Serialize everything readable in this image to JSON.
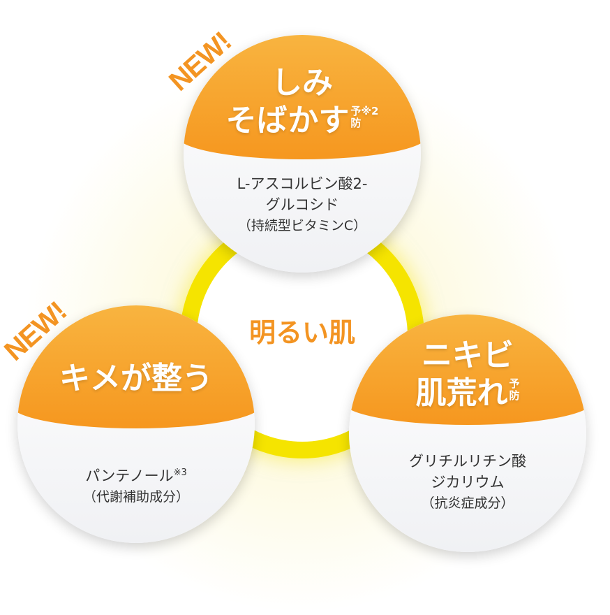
{
  "center": {
    "label": "明るい肌"
  },
  "circles": [
    {
      "badge": "NEW!",
      "title_line1": "しみ",
      "title_line2": "そばかす",
      "sup_top": "予※2",
      "sup_bottom": "防",
      "ingredient_line1": "L-アスコルビン酸2-",
      "ingredient_line2": "グルコシド",
      "note": "（持続型ビタミンC）"
    },
    {
      "badge": "NEW!",
      "title_line1": "キメが整う",
      "ingredient_line1": "パンテノール",
      "ingredient_sup": "※3",
      "note": "（代謝補助成分）"
    },
    {
      "title_line1": "ニキビ",
      "title_line2": "肌荒れ",
      "sup_top": "予",
      "sup_bottom": "防",
      "ingredient_line1": "グリチルリチン酸",
      "ingredient_line2": "ジカリウム",
      "note": "（抗炎症成分）"
    }
  ],
  "colors": {
    "orange": "#f39422",
    "ring": "#f5e400"
  }
}
